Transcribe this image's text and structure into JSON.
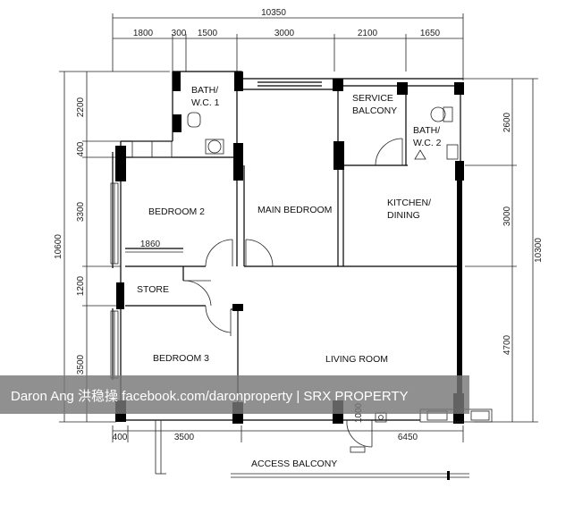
{
  "top_dimensions": {
    "total": "10350",
    "segments": [
      "1800",
      "300",
      "1500",
      "3000",
      "2100",
      "1650"
    ]
  },
  "left_dimensions": {
    "total": "10600",
    "segments": [
      "2200",
      "400",
      "3300",
      "1200",
      "3500"
    ]
  },
  "right_dimensions": {
    "total": "10300",
    "segments": [
      "2600",
      "3000",
      "4700"
    ]
  },
  "bottom_dimensions": {
    "segments": [
      "400",
      "3500",
      "6450"
    ]
  },
  "inner_dimensions": {
    "bedroom2_width": "1860",
    "door_width": "1000"
  },
  "rooms": {
    "bath1_line1": "BATH/",
    "bath1_line2": "W.C.  1",
    "service_balcony_line1": "SERVICE",
    "service_balcony_line2": "BALCONY",
    "bath2_line1": "BATH/",
    "bath2_line2": "W.C.  2",
    "bedroom2": "BEDROOM  2",
    "main_bedroom": "MAIN  BEDROOM",
    "kitchen_line1": "KITCHEN/",
    "kitchen_line2": "DINING",
    "store": "STORE",
    "bedroom3": "BEDROOM  3",
    "living_room": "LIVING  ROOM",
    "access_balcony": "ACCESS  BALCONY"
  },
  "watermark": "Daron Ang 洪稳操 facebook.com/daronproperty | SRX PROPERTY"
}
